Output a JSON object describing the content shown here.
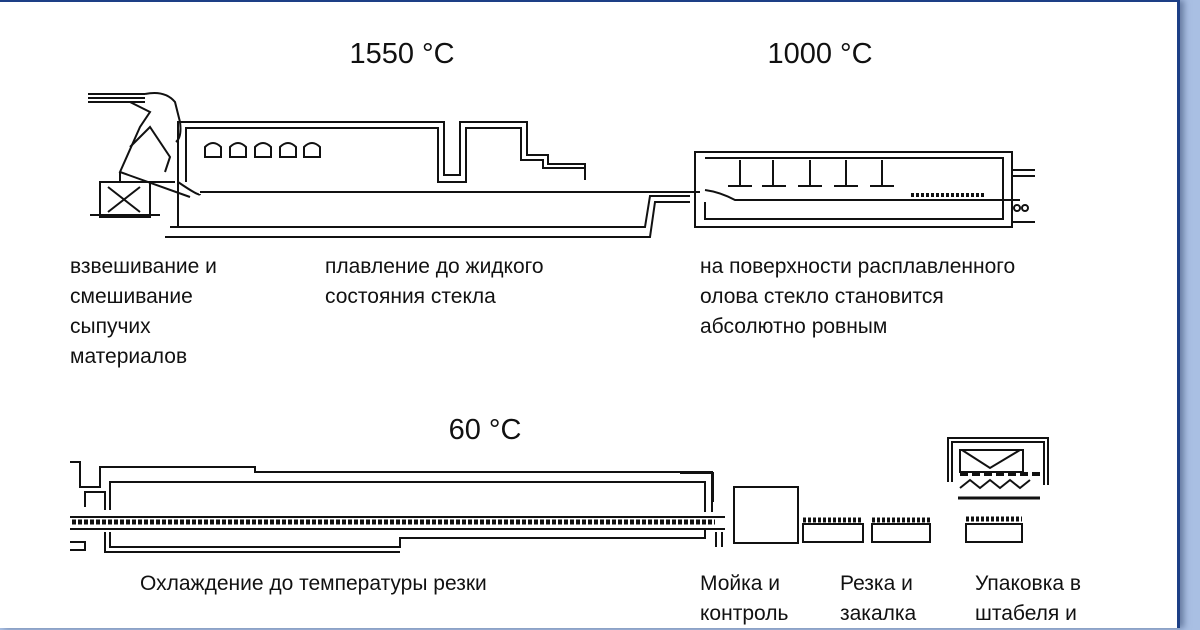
{
  "temperatures": {
    "melting": "1550 °C",
    "float": "1000 °C",
    "annealing": "60 °C"
  },
  "stages": {
    "batching": "взвешивание и\nсмешивание\nсыпучих\nматериалов",
    "melting": "плавление до жидкого\nсостояния стекла",
    "float": "на поверхности расплавленного\nолова стекло становится\nабсолютно ровным",
    "cooling": "Охлаждение до температуры резки",
    "washing": "Мойка и\nконтроль",
    "cutting": "Резка и\nзакалка",
    "packing": "Упаковка в\nштабеля и"
  }
}
